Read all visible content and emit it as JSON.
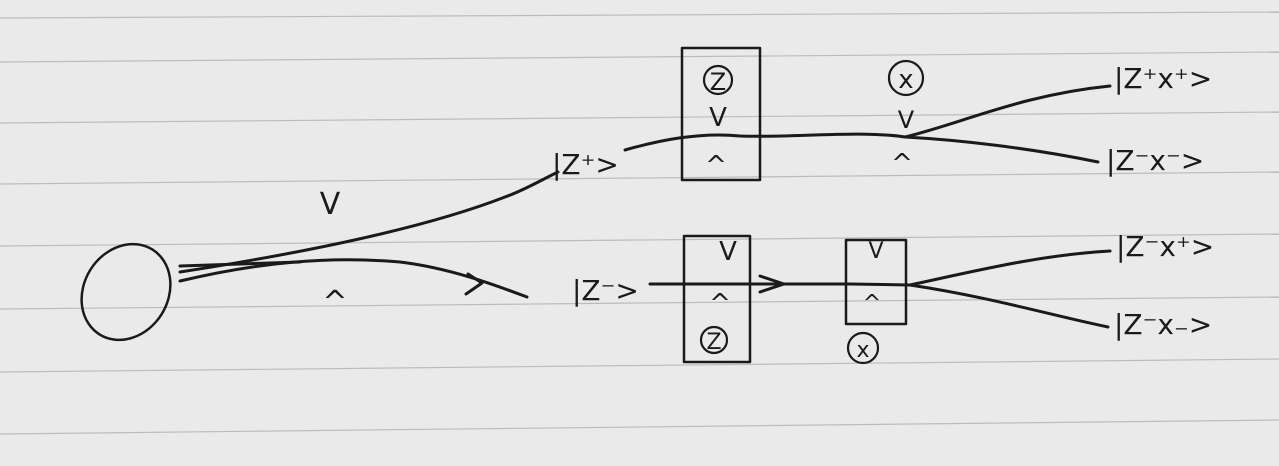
{
  "paper": {
    "background": "#eaeaea",
    "rule_color": "#bcbcbc",
    "ink_color": "#1a1a1a"
  },
  "diagram": {
    "source": {
      "shape": "oval"
    },
    "split1": {
      "upper_mark": "V",
      "lower_mark": "^"
    },
    "states": {
      "z_plus": "|Z⁺>",
      "z_minus": "|Z⁻>"
    },
    "device_upper": {
      "axis_label": "Z",
      "top_mark": "V",
      "bottom_mark": "^"
    },
    "device_lower_z": {
      "axis_label": "Z",
      "top_mark": "V",
      "bottom_mark": "^"
    },
    "device_lower_x": {
      "axis_label": "x",
      "top_mark": "V",
      "bottom_mark": "^"
    },
    "device_upper_x": {
      "axis_label": "x",
      "top_mark": "V",
      "bottom_mark": "^"
    },
    "outputs": {
      "zp_xp": "|Z⁺x⁺>",
      "zm_xm_upper": "|Z⁻x⁻>",
      "zm_xp": "|Z⁻x⁺>",
      "zm_xm_lower": "|Z⁻x₋>"
    }
  }
}
